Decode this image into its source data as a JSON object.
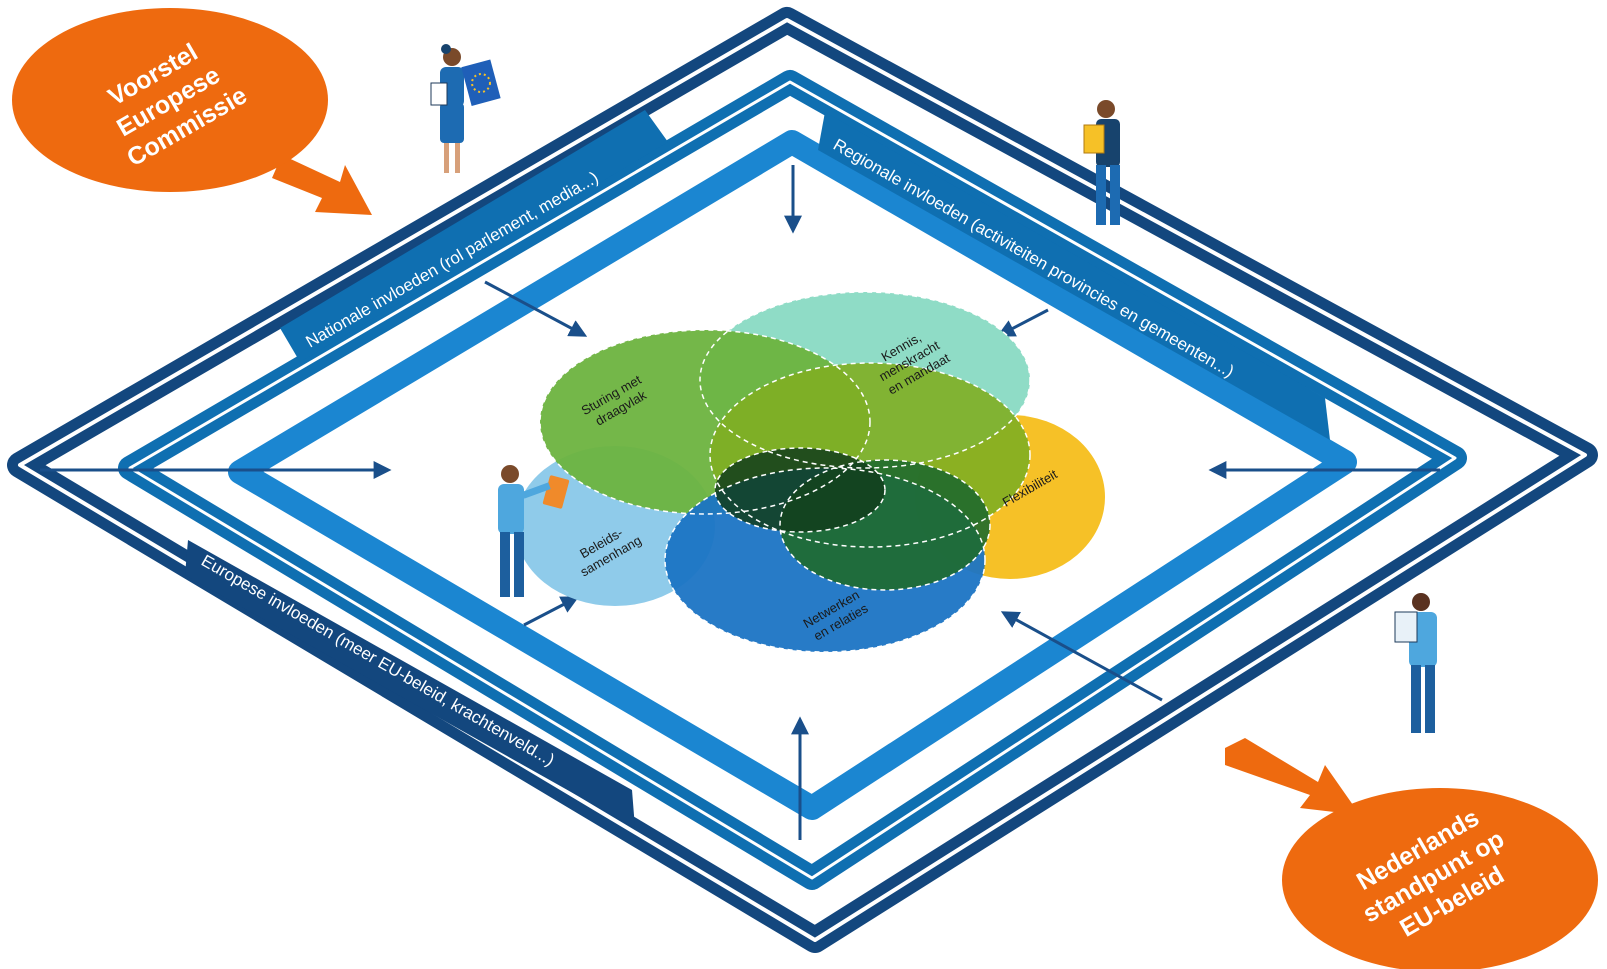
{
  "colors": {
    "dark_blue": "#13477e",
    "mid_blue": "#0f6fb1",
    "bright_blue": "#1b86d1",
    "orange": "#ee6a0f",
    "venn_green": "#6db33f",
    "venn_mint": "#8fdcc6",
    "venn_lime": "#86b52a",
    "venn_yellow": "#f6c127",
    "venn_lightblue": "#8fcbea",
    "venn_blue": "#1b74c4"
  },
  "bubbles": {
    "start_label": [
      "Voorstel",
      "Europese",
      "Commissie"
    ],
    "end_label": [
      "Nederlands",
      "standpunt op",
      "EU-beleid"
    ]
  },
  "bands": {
    "national": "Nationale invloeden (rol parlement, media...)",
    "regional": "Regionale invloeden (activiteiten provincies en gemeenten...)",
    "european": "Europese invloeden (meer EU-beleid, krachtenveld...)"
  },
  "venn": {
    "sturing": [
      "Sturing met",
      "draagvlak"
    ],
    "kennis": [
      "Kennis,",
      "menskracht",
      "en mandaat"
    ],
    "flexibiliteit": [
      "Flexibiliteit"
    ],
    "beleids": [
      "Beleids-",
      "samenhang"
    ],
    "netwerken": [
      "Netwerken",
      "en relaties"
    ]
  },
  "icons": {
    "person_eu_flag": "person-holding-eu-flag-icon",
    "person_document": "person-with-document-icon",
    "person_tablet": "person-with-tablet-icon",
    "person_clipboard": "person-with-clipboard-icon"
  }
}
